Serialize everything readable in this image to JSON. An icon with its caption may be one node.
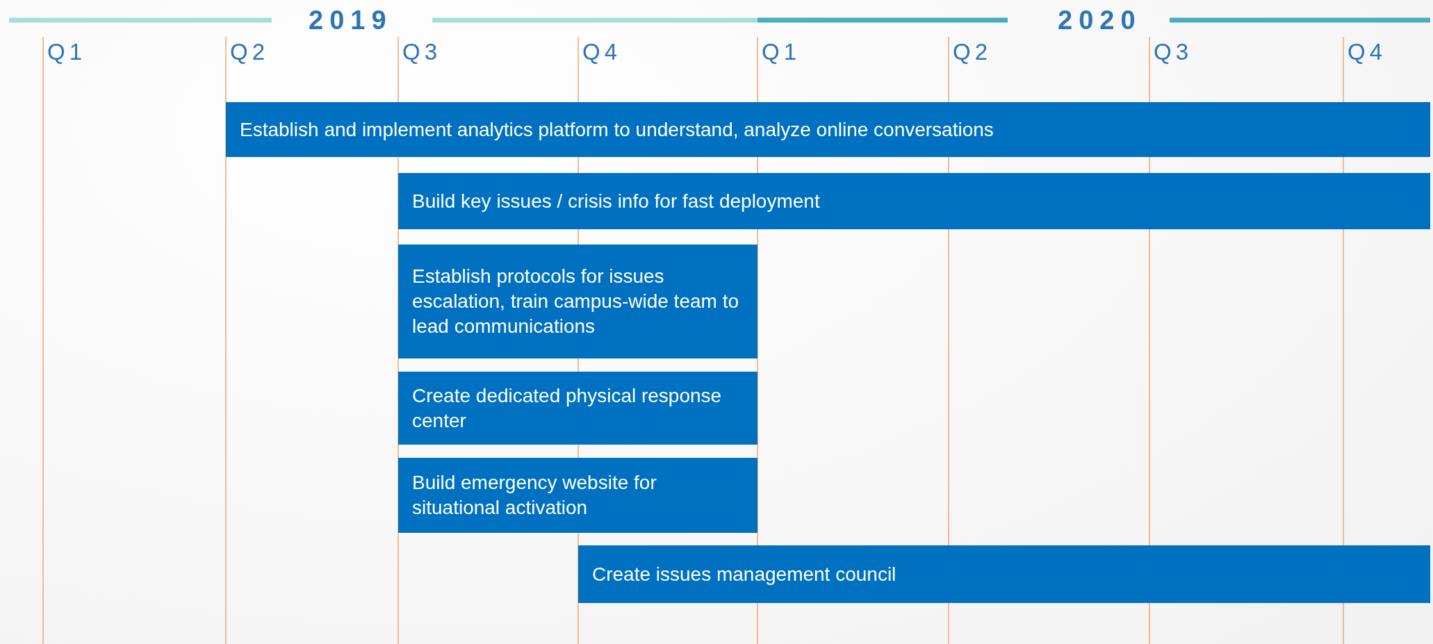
{
  "diagram": {
    "nodes": [
      {
        "text": [
          "Establish and implement analytics platform to understand, analyze online conversations"
        ]
      },
      {
        "text": [
          "Build key issues / crisis info for fast deployment"
        ]
      },
      {
        "text": [
          "Establish protocols for issues escalation, train campus-wide team to lead communications"
        ]
      },
      {
        "text": [
          "Create dedicated physical response center"
        ]
      },
      {
        "text": [
          "Build emergency website for situational activation"
        ]
      },
      {
        "text": [
          "Create issues management council"
        ]
      }
    ],
    "labels": [
      "2019",
      "2020",
      "Q1",
      "Q2",
      "Q3",
      "Q4",
      "Q1",
      "Q2",
      "Q3",
      "Q4"
    ]
  }
}
